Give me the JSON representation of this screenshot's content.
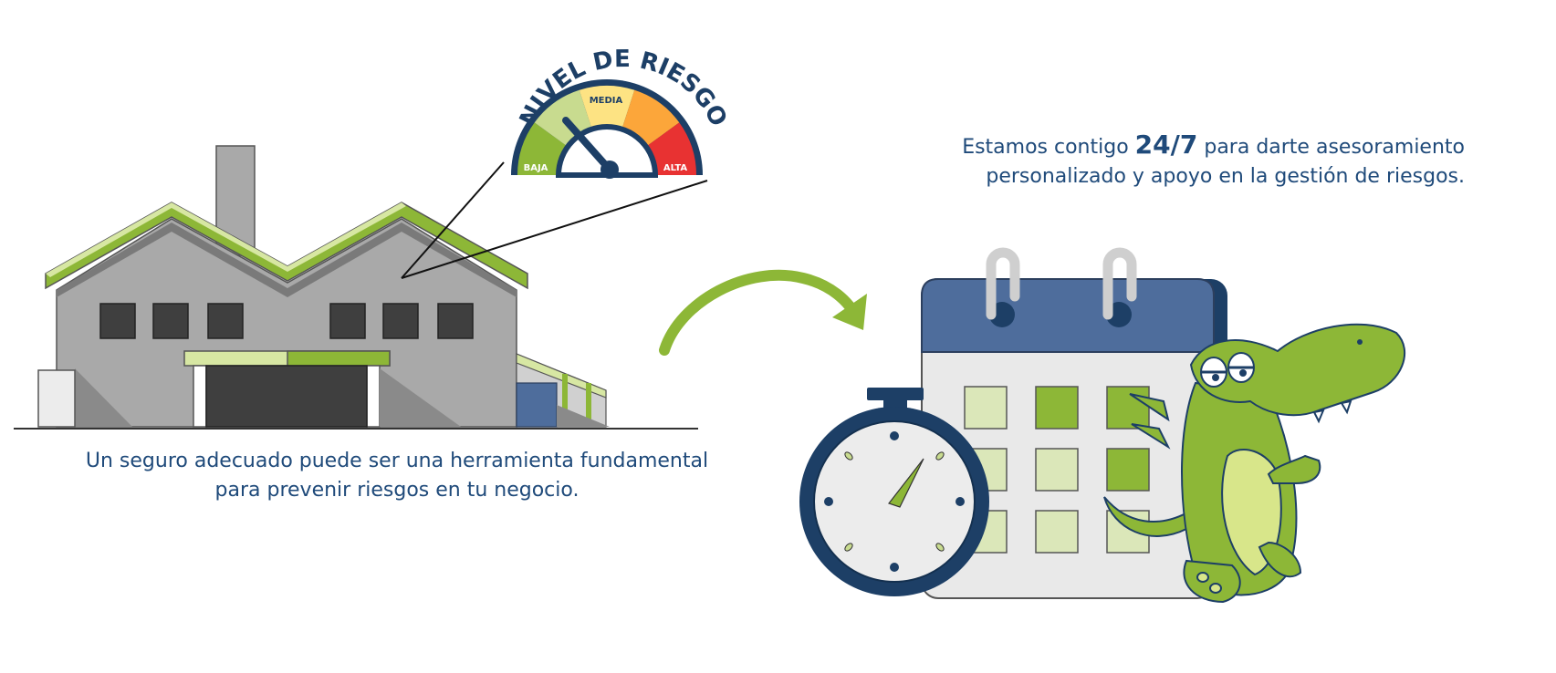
{
  "gauge": {
    "title": "NIVEL DE RIESGO",
    "labels": {
      "low": "BAJA",
      "mid": "MEDIA",
      "high": "ALTA"
    },
    "colors": {
      "low": "#8db737",
      "low_mid": "#c8db8f",
      "mid": "#fde383",
      "mid_high": "#fca63a",
      "high": "#e83232"
    }
  },
  "left_text": {
    "line1": "Un seguro adecuado puede ser una herramienta fundamental",
    "line2": "para prevenir riesgos en tu negocio."
  },
  "right_text": {
    "part1": "Estamos contigo ",
    "highlight": "24/7",
    "part2": " para darte asesoramiento",
    "line2": "personalizado y apoyo en la gestión de riesgos."
  },
  "icons": {
    "factory": "factory-icon",
    "gauge": "risk-gauge-icon",
    "arrow": "curved-arrow-icon",
    "calendar": "calendar-icon",
    "stopwatch": "stopwatch-icon",
    "mascot": "dinosaur-mascot-icon"
  },
  "colors": {
    "text": "#1f4a7a",
    "accent_green": "#8db737",
    "navy": "#1d3f66"
  }
}
